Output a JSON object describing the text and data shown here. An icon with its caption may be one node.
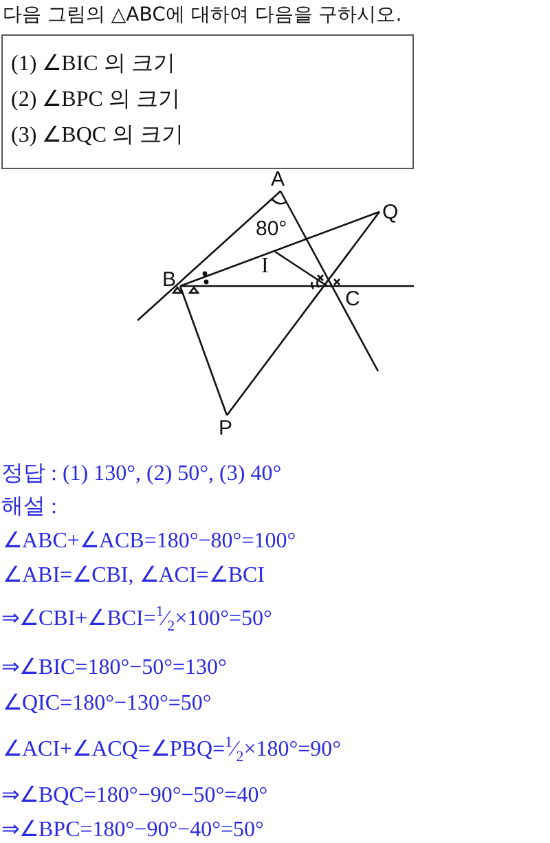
{
  "diagram": {
    "title": "다음 그림의 △ABC에 대하여 다음을 구하시오.",
    "labels": [
      "(1) ∠BIC 의 크기",
      "(2) ∠BPC 의 크기",
      "(3) ∠BQC 의 크기",
      "A",
      "80°",
      "Q",
      "I",
      "B",
      "C",
      "P",
      "정답 : (1) 130°, (2) 50°, (3) 40°",
      "해설 :",
      "∠ABC+∠ACB=180°−80°=100°",
      "∠ABI=∠CBI, ∠ACI=∠BCI",
      "⇒∠CBI+∠BCI=$^{1}$⁄$_{2}$×100°=50°",
      "⇒∠BIC=180°−50°=130°",
      "∠QIC=180°−130°=50°",
      "∠ACI+∠ACQ=∠PBQ=$^{1}$⁄$_{2}$×180°=90°",
      "⇒∠BQC=180°−90°−50°=40°",
      "⇒∠BPC=180°−90°−40°=50°"
    ]
  }
}
